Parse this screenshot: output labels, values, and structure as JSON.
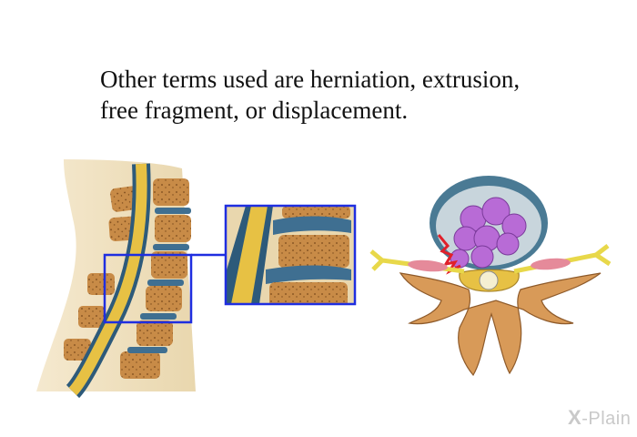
{
  "caption": {
    "line1": "Other terms used are herniation, extrusion,",
    "line2": "free fragment, or displacement."
  },
  "logo": {
    "mark": "X",
    "text": "-Plain"
  },
  "colors": {
    "bone": "#b77c3f",
    "bone_light": "#d9a566",
    "disc": "#3f6f91",
    "cord": "#e7c144",
    "highlight_box": "#1f2ee0",
    "herniation": "#9b59b6",
    "nerve": "#e8d84a",
    "muscle": "#e58a9a"
  }
}
